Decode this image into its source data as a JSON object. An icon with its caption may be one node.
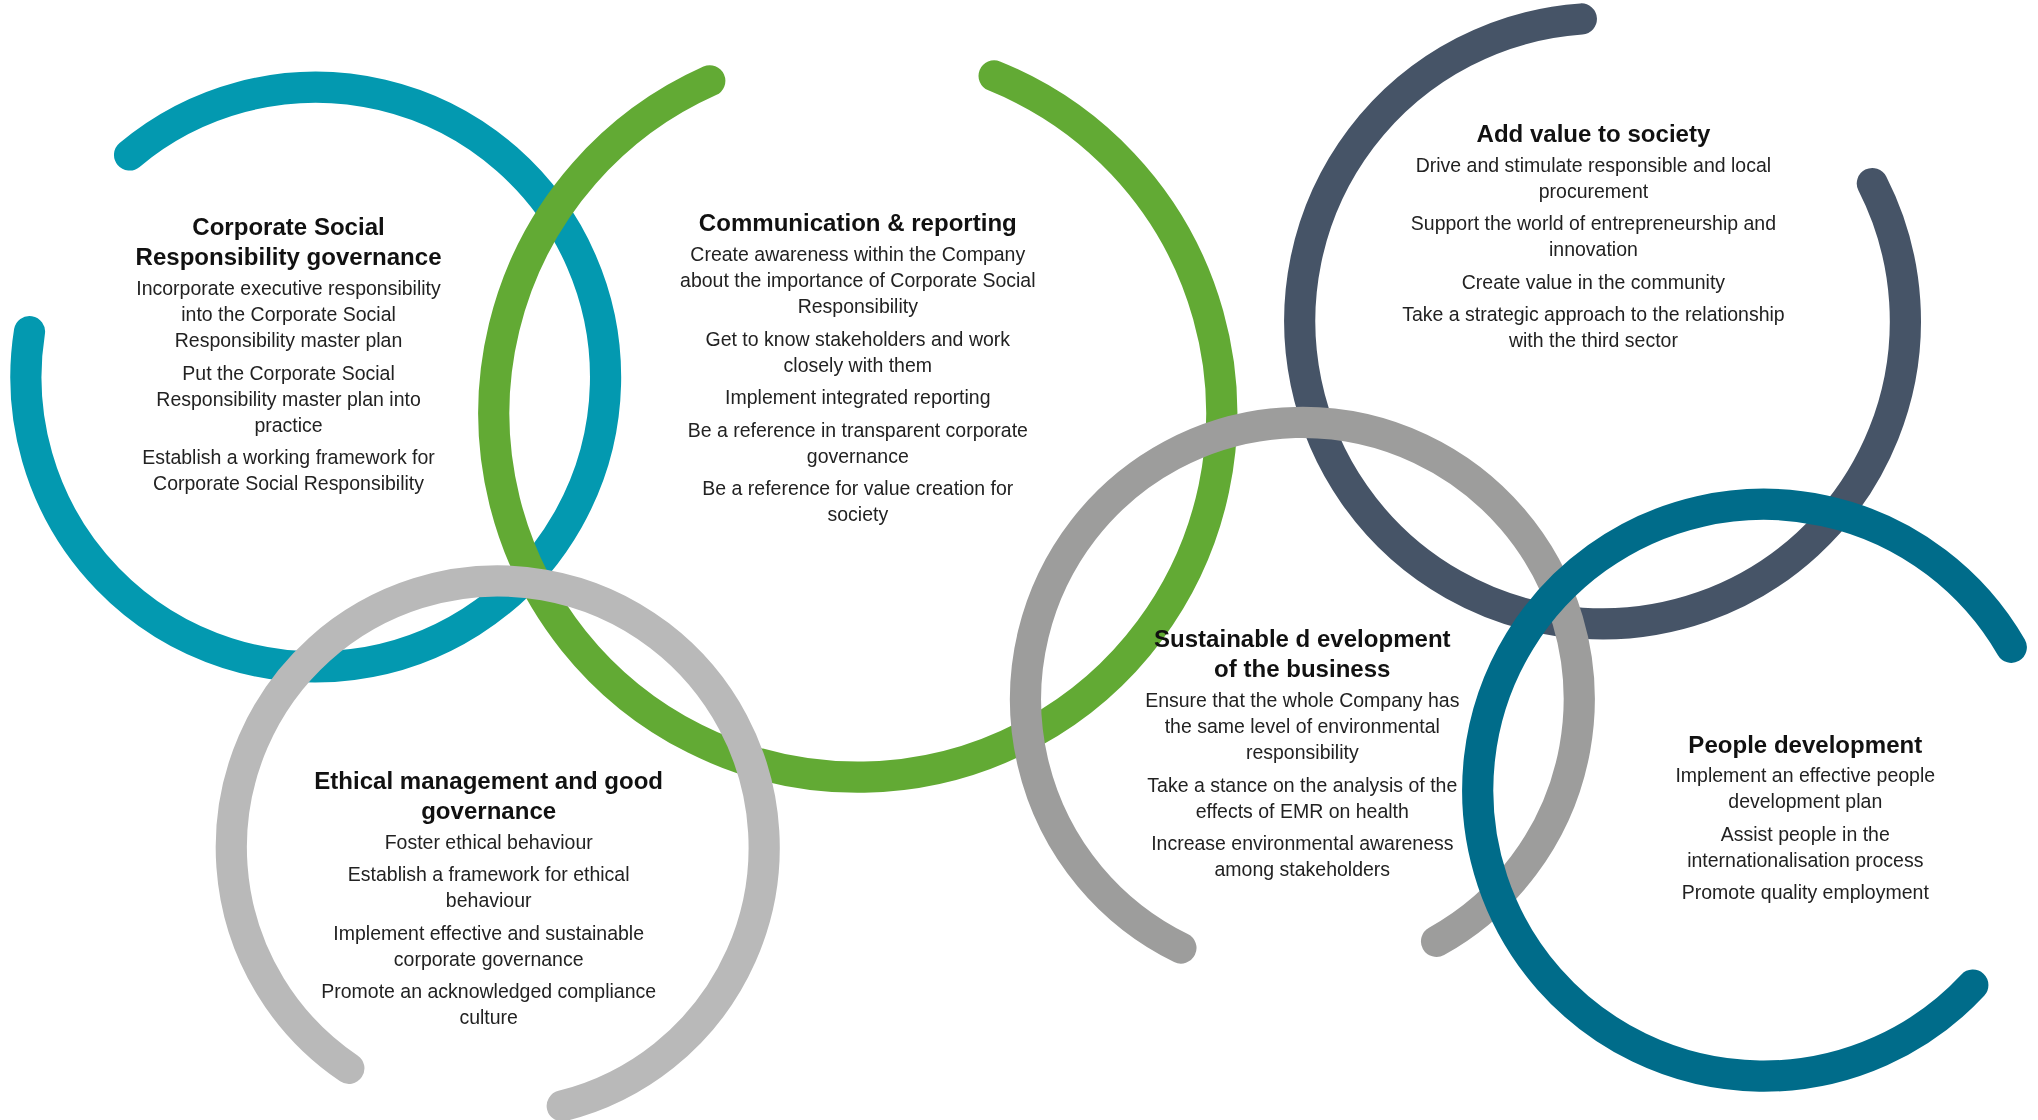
{
  "diagram": {
    "nodes": [
      {
        "text": [
          "Corporate Social Responsibility governance",
          "Incorporate executive responsibility into the Corporate Social Responsibility master plan",
          "Put the Corporate Social Responsibility master plan into practice",
          "Establish a working framework for Corporate Social Responsibility"
        ]
      },
      {
        "text": [
          "Communication & reporting",
          "Create awareness within the Company about the importance of Corporate Social Responsibility",
          "Get to know stakeholders and work closely with them",
          "Implement integrated reporting",
          "Be a reference in transparent corporate governance",
          "Be a reference for value creation for society"
        ]
      },
      {
        "text": [
          "Ethical management and good governance",
          "Foster ethical behaviour",
          "Establish a framework for ethical behaviour",
          "Implement effective and sustainable corporate governance",
          "Promote an acknowledged compliance culture"
        ]
      },
      {
        "text": [
          "Add value to society",
          "Drive and stimulate responsible and local procurement",
          "Support the world of entrepreneurship and innovation",
          "Create value in the community",
          "Take a strategic approach to the relationship with the third sector"
        ]
      },
      {
        "text": [
          "Sustainable d evelopment of the business",
          "Ensure that the whole Company has the same level of environmental responsibility",
          "Take a stance on the analysis of the effects of EMR on health",
          "Increase environmental awareness among stakeholders"
        ]
      },
      {
        "text": [
          "People development",
          "Implement an effective people development plan",
          "Assist people in the internationalisation process",
          "Promote quality employment"
        ]
      }
    ]
  }
}
